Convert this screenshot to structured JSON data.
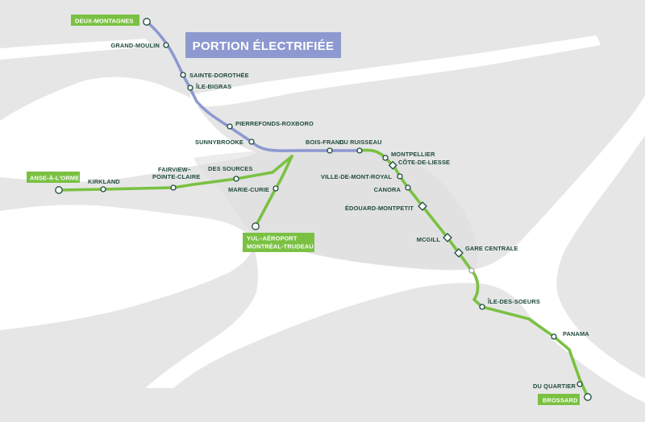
{
  "banner": "PORTION ÉLECTRIFIÉE",
  "colors": {
    "electrified": "#8d99d0",
    "line": "#7ac142",
    "land": "#e6e6e6",
    "water": "#ffffff",
    "text": "#1f4a3d"
  },
  "terminals": {
    "deux_montagnes": "DEUX-MONTAGNES",
    "anse": "ANSE-À-L'ORME",
    "yul_1": "YUL–AÉROPORT",
    "yul_2": "MONTRÉAL-TRUDEAU",
    "brossard": "BROSSARD"
  },
  "stations": {
    "grand_moulin": "GRAND-MOULIN",
    "sainte_dorothee": "SAINTE-DOROTHÉE",
    "ile_bigras": "ÎLE-BIGRAS",
    "pierrefonds": "PIERREFONDS-ROXBORO",
    "sunnybrooke": "SUNNYBROOKE",
    "bois_franc": "BOIS-FRANC",
    "du_ruisseau": "DU RUISSEAU",
    "montpellier": "MONTPELLIER",
    "cote_de_liesse": "CÔTE-DE-LIESSE",
    "ville_mont_royal": "VILLE-DE-MONT-ROYAL",
    "canora": "CANORA",
    "edouard_montpetit": "ÉDOUARD-MONTPETIT",
    "mcgill": "MCGILL",
    "gare_centrale": "GARE CENTRALE",
    "ile_des_soeurs": "ÎLE-DES-SOEURS",
    "panama": "PANAMA",
    "du_quartier": "DU QUARTIER",
    "kirkland": "KIRKLAND",
    "fairview_1": "FAIRVIEW–",
    "fairview_2": "POINTE-CLAIRE",
    "des_sources": "DES SOURCES",
    "marie_curie": "MARIE-CURIE"
  }
}
